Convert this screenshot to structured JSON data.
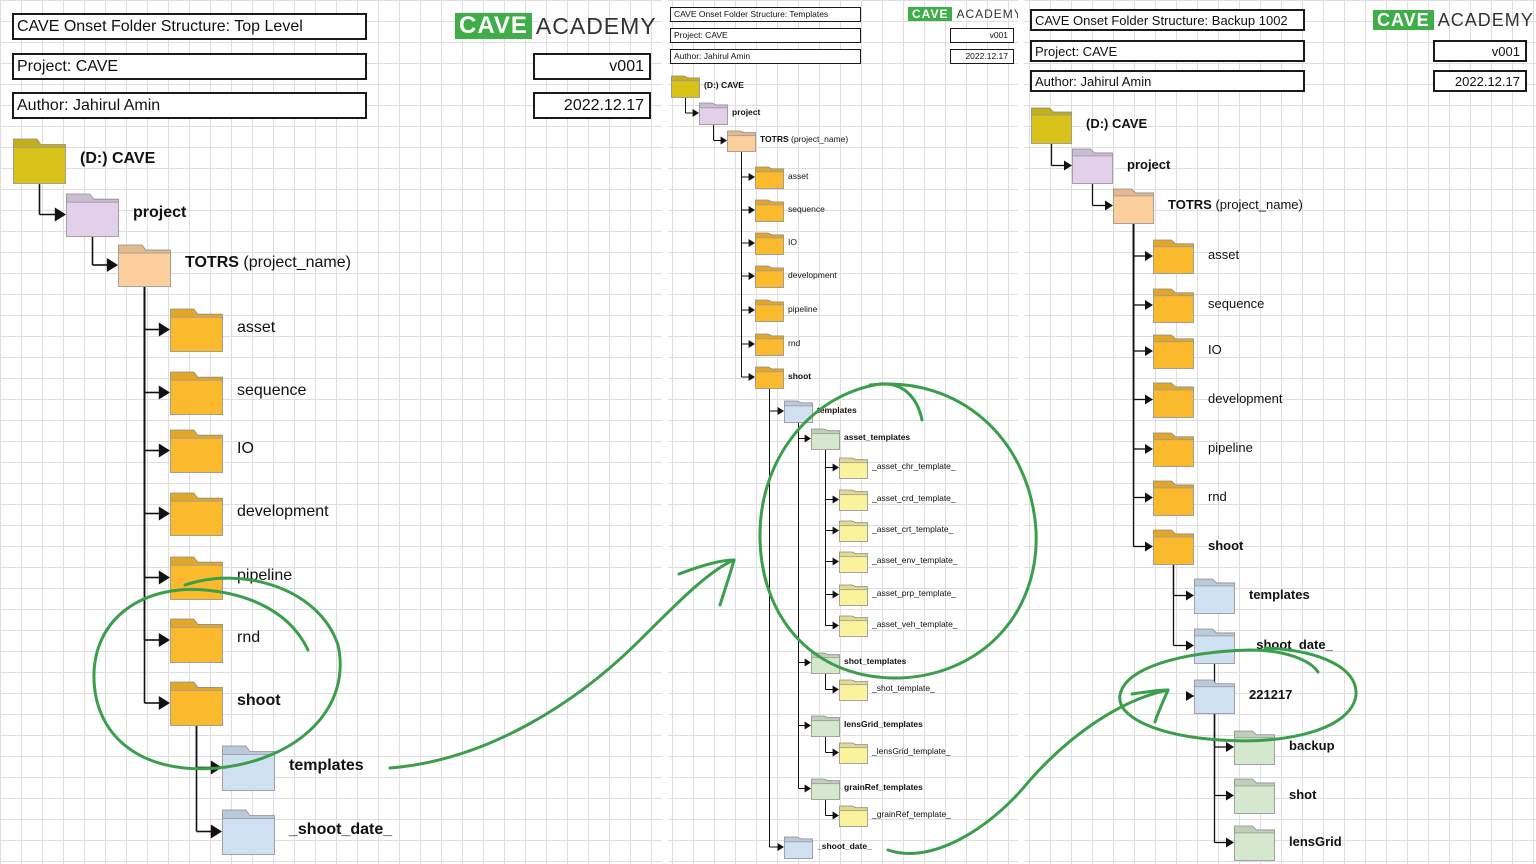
{
  "logo": {
    "part1": "CAVE",
    "part2": "ACADEMY"
  },
  "colors": {
    "drive": "#d9c21a",
    "project": "#e2d0ea",
    "project_name": "#fdcf9c",
    "orange": "#fbb92e",
    "blue": "#cfe0f3",
    "green": "#d3e8cc",
    "yellow": "#fbf39b",
    "annotation": "#3a9e4a"
  },
  "panels": [
    {
      "title": "CAVE Onset Folder Structure: Top Level",
      "project": "Project: CAVE",
      "author": "Author: Jahirul Amin",
      "version": "v001",
      "date": "2022.12.17",
      "nodes": [
        {
          "label": "(D:) CAVE",
          "color": "drive",
          "icon": "folder-icon"
        },
        {
          "label": "project",
          "color": "project",
          "icon": "folder-icon"
        },
        {
          "label_bold": "TOTRS",
          "label_rest": " (project_name)",
          "color": "project_name",
          "icon": "folder-icon"
        },
        {
          "label": "asset",
          "color": "orange",
          "icon": "folder-icon"
        },
        {
          "label": "sequence",
          "color": "orange",
          "icon": "folder-icon"
        },
        {
          "label": "IO",
          "color": "orange",
          "icon": "folder-icon"
        },
        {
          "label": "development",
          "color": "orange",
          "icon": "folder-icon"
        },
        {
          "label": "pipeline",
          "color": "orange",
          "icon": "folder-icon"
        },
        {
          "label": "rnd",
          "color": "orange",
          "icon": "folder-icon"
        },
        {
          "label": "shoot",
          "color": "orange",
          "icon": "folder-icon"
        },
        {
          "label": "templates",
          "color": "blue",
          "icon": "folder-icon"
        },
        {
          "label": "_shoot_date_",
          "color": "blue",
          "icon": "folder-icon"
        }
      ]
    },
    {
      "title": "CAVE Onset Folder Structure: Templates",
      "project": "Project: CAVE",
      "author": "Author: Jahirul Amin",
      "version": "v001",
      "date": "2022.12.17",
      "nodes": [
        {
          "label": "(D:) CAVE",
          "color": "drive",
          "icon": "folder-icon"
        },
        {
          "label": "project",
          "color": "project",
          "icon": "folder-icon"
        },
        {
          "label_bold": "TOTRS",
          "label_rest": " (project_name)",
          "color": "project_name",
          "icon": "folder-icon"
        },
        {
          "label": "asset",
          "color": "orange",
          "icon": "folder-icon"
        },
        {
          "label": "sequence",
          "color": "orange",
          "icon": "folder-icon"
        },
        {
          "label": "IO",
          "color": "orange",
          "icon": "folder-icon"
        },
        {
          "label": "development",
          "color": "orange",
          "icon": "folder-icon"
        },
        {
          "label": "pipeline",
          "color": "orange",
          "icon": "folder-icon"
        },
        {
          "label": "rnd",
          "color": "orange",
          "icon": "folder-icon"
        },
        {
          "label": "shoot",
          "color": "orange",
          "icon": "folder-icon"
        },
        {
          "label": "templates",
          "color": "blue",
          "icon": "folder-icon"
        },
        {
          "label": "asset_templates",
          "color": "green",
          "icon": "folder-icon"
        },
        {
          "label": "_asset_chr_template_",
          "color": "yellow",
          "icon": "folder-icon"
        },
        {
          "label": "_asset_crd_template_",
          "color": "yellow",
          "icon": "folder-icon"
        },
        {
          "label": "_asset_crt_template_",
          "color": "yellow",
          "icon": "folder-icon"
        },
        {
          "label": "_asset_env_template_",
          "color": "yellow",
          "icon": "folder-icon"
        },
        {
          "label": "_asset_prp_template_",
          "color": "yellow",
          "icon": "folder-icon"
        },
        {
          "label": "_asset_veh_template_",
          "color": "yellow",
          "icon": "folder-icon"
        },
        {
          "label": "shot_templates",
          "color": "green",
          "icon": "folder-icon"
        },
        {
          "label": "_shot_template_",
          "color": "yellow",
          "icon": "folder-icon"
        },
        {
          "label": "lensGrid_templates",
          "color": "green",
          "icon": "folder-icon"
        },
        {
          "label": "_lensGrid_template_",
          "color": "yellow",
          "icon": "folder-icon"
        },
        {
          "label": "grainRef_templates",
          "color": "green",
          "icon": "folder-icon"
        },
        {
          "label": "_grainRef_template_",
          "color": "yellow",
          "icon": "folder-icon"
        },
        {
          "label": "_shoot_date_",
          "color": "blue",
          "icon": "folder-icon"
        }
      ]
    },
    {
      "title": "CAVE Onset Folder Structure: Backup 1002",
      "project": "Project: CAVE",
      "author": "Author: Jahirul Amin",
      "version": "v001",
      "date": "2022.12.17",
      "nodes": [
        {
          "label": "(D:) CAVE",
          "color": "drive",
          "icon": "folder-icon"
        },
        {
          "label": "project",
          "color": "project",
          "icon": "folder-icon"
        },
        {
          "label_bold": "TOTRS",
          "label_rest": " (project_name)",
          "color": "project_name",
          "icon": "folder-icon"
        },
        {
          "label": "asset",
          "color": "orange",
          "icon": "folder-icon"
        },
        {
          "label": "sequence",
          "color": "orange",
          "icon": "folder-icon"
        },
        {
          "label": "IO",
          "color": "orange",
          "icon": "folder-icon"
        },
        {
          "label": "development",
          "color": "orange",
          "icon": "folder-icon"
        },
        {
          "label": "pipeline",
          "color": "orange",
          "icon": "folder-icon"
        },
        {
          "label": "rnd",
          "color": "orange",
          "icon": "folder-icon"
        },
        {
          "label": "shoot",
          "color": "orange",
          "icon": "folder-icon"
        },
        {
          "label": "templates",
          "color": "blue",
          "icon": "folder-icon"
        },
        {
          "label": "_shoot_date_",
          "color": "blue",
          "icon": "folder-icon"
        },
        {
          "label": "221217",
          "color": "blue",
          "icon": "folder-icon"
        },
        {
          "label": "backup",
          "color": "green",
          "icon": "folder-icon"
        },
        {
          "label": "shot",
          "color": "green",
          "icon": "folder-icon"
        },
        {
          "label": "lensGrid",
          "color": "green",
          "icon": "folder-icon"
        }
      ]
    }
  ]
}
